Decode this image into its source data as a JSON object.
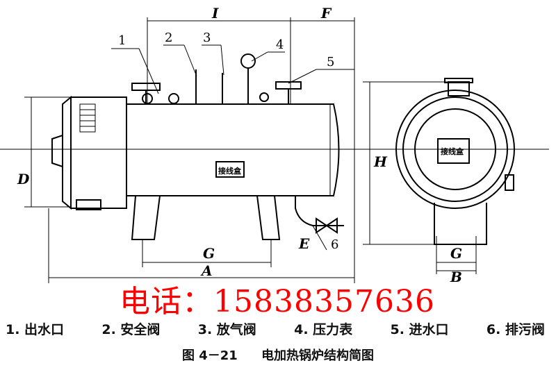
{
  "dimensions": {
    "I": "I",
    "F": "F",
    "A": "A",
    "G": "G",
    "D": "D",
    "E": "E",
    "H": "H",
    "G2": "G",
    "B": "B"
  },
  "callouts": [
    "1",
    "2",
    "3",
    "4",
    "5",
    "6"
  ],
  "box_label": "接线盒",
  "box_label_side": "接线盒",
  "legend": [
    "1. 出水口",
    "2. 安全阀",
    "3. 放气阀",
    "4. 压力表",
    "5. 进水口",
    "6. 排污阀"
  ],
  "caption": {
    "figure": "图 4－21",
    "title": "电加热锅炉结构简图"
  },
  "watermark": "电话：15838357636"
}
